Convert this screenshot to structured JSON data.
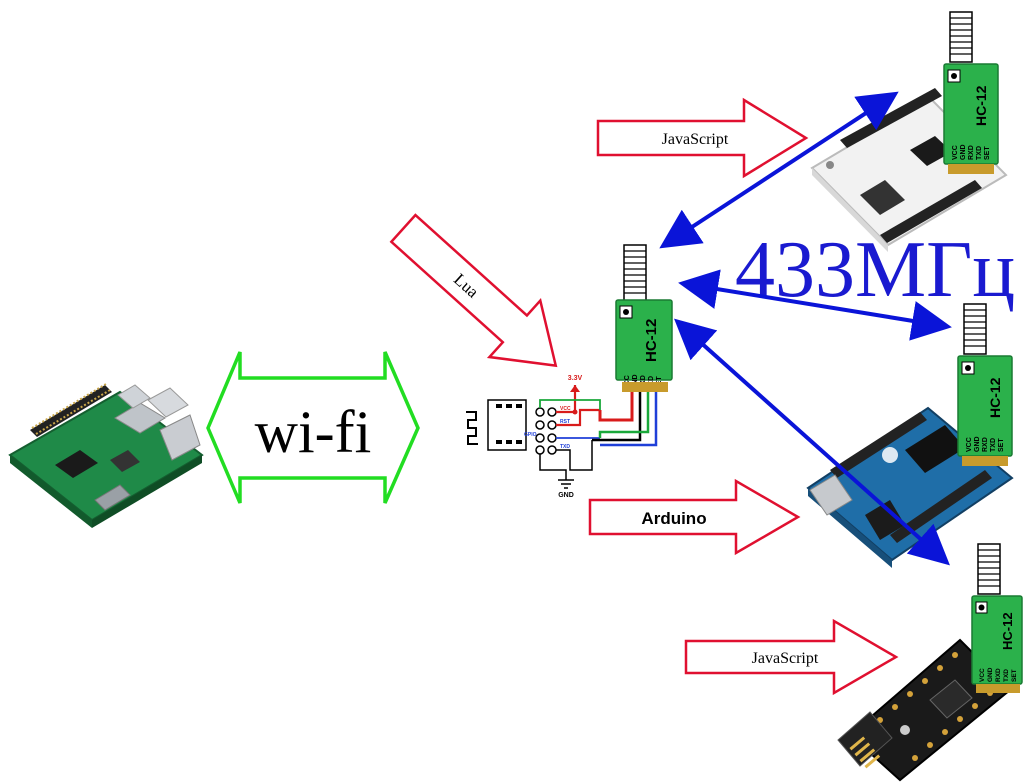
{
  "labels": {
    "wifi": "wi-fi",
    "lua": "Lua",
    "freq": "433МГц",
    "js_top": "JavaScript",
    "arduino": "Arduino",
    "js_bottom": "JavaScript"
  },
  "module": {
    "name": "HC-12",
    "pins": [
      "VCC",
      "GND",
      "RXD",
      "TXD",
      "SET"
    ]
  },
  "esp_schematic": {
    "supply": "3.3V",
    "ground": "GND",
    "pin_vcc": "VCC",
    "pin_rst": "RST",
    "pin_gpio": "GPIO",
    "pin_txd": "TXD"
  },
  "colors": {
    "wifi_arrow": "#22dd22",
    "outline_arrow": "#e01030",
    "radio_link": "#0a14d8",
    "module_green": "#2bb14b",
    "freq_text": "#1a1ad0"
  }
}
